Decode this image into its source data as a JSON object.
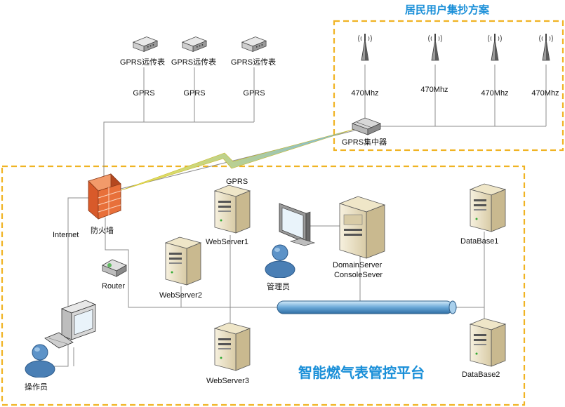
{
  "titles": {
    "residential": "居民用户集抄方案",
    "platform": "智能燃气表管控平台"
  },
  "gprs_meters": [
    {
      "label": "GPRS远传表",
      "link": "GPRS"
    },
    {
      "label": "GPRS远传表",
      "link": "GPRS"
    },
    {
      "label": "GPRS远传表",
      "link": "GPRS"
    }
  ],
  "antennas": [
    {
      "freq": "470Mhz"
    },
    {
      "freq": "470Mhz"
    },
    {
      "freq": "470Mhz"
    },
    {
      "freq": "470Mhz"
    }
  ],
  "nodes": {
    "concentrator": "GPRS集中器",
    "gprs_link": "GPRS",
    "firewall": "防火墙",
    "internet": "Internet",
    "router": "Router",
    "webserver1": "WebServer1",
    "webserver2": "WebServer2",
    "webserver3": "WebServer3",
    "domain_server": "DomainServer",
    "console_server": "ConsoleSever",
    "admin": "管理员",
    "operator": "操作员",
    "database1": "DataBase1",
    "database2": "DataBase2"
  },
  "colors": {
    "title": "#1a8fd8",
    "dashed_border": "#f0b323",
    "bus": "#6aa8d8",
    "firewall": "#e8703a",
    "person": "#4a7fb5"
  }
}
